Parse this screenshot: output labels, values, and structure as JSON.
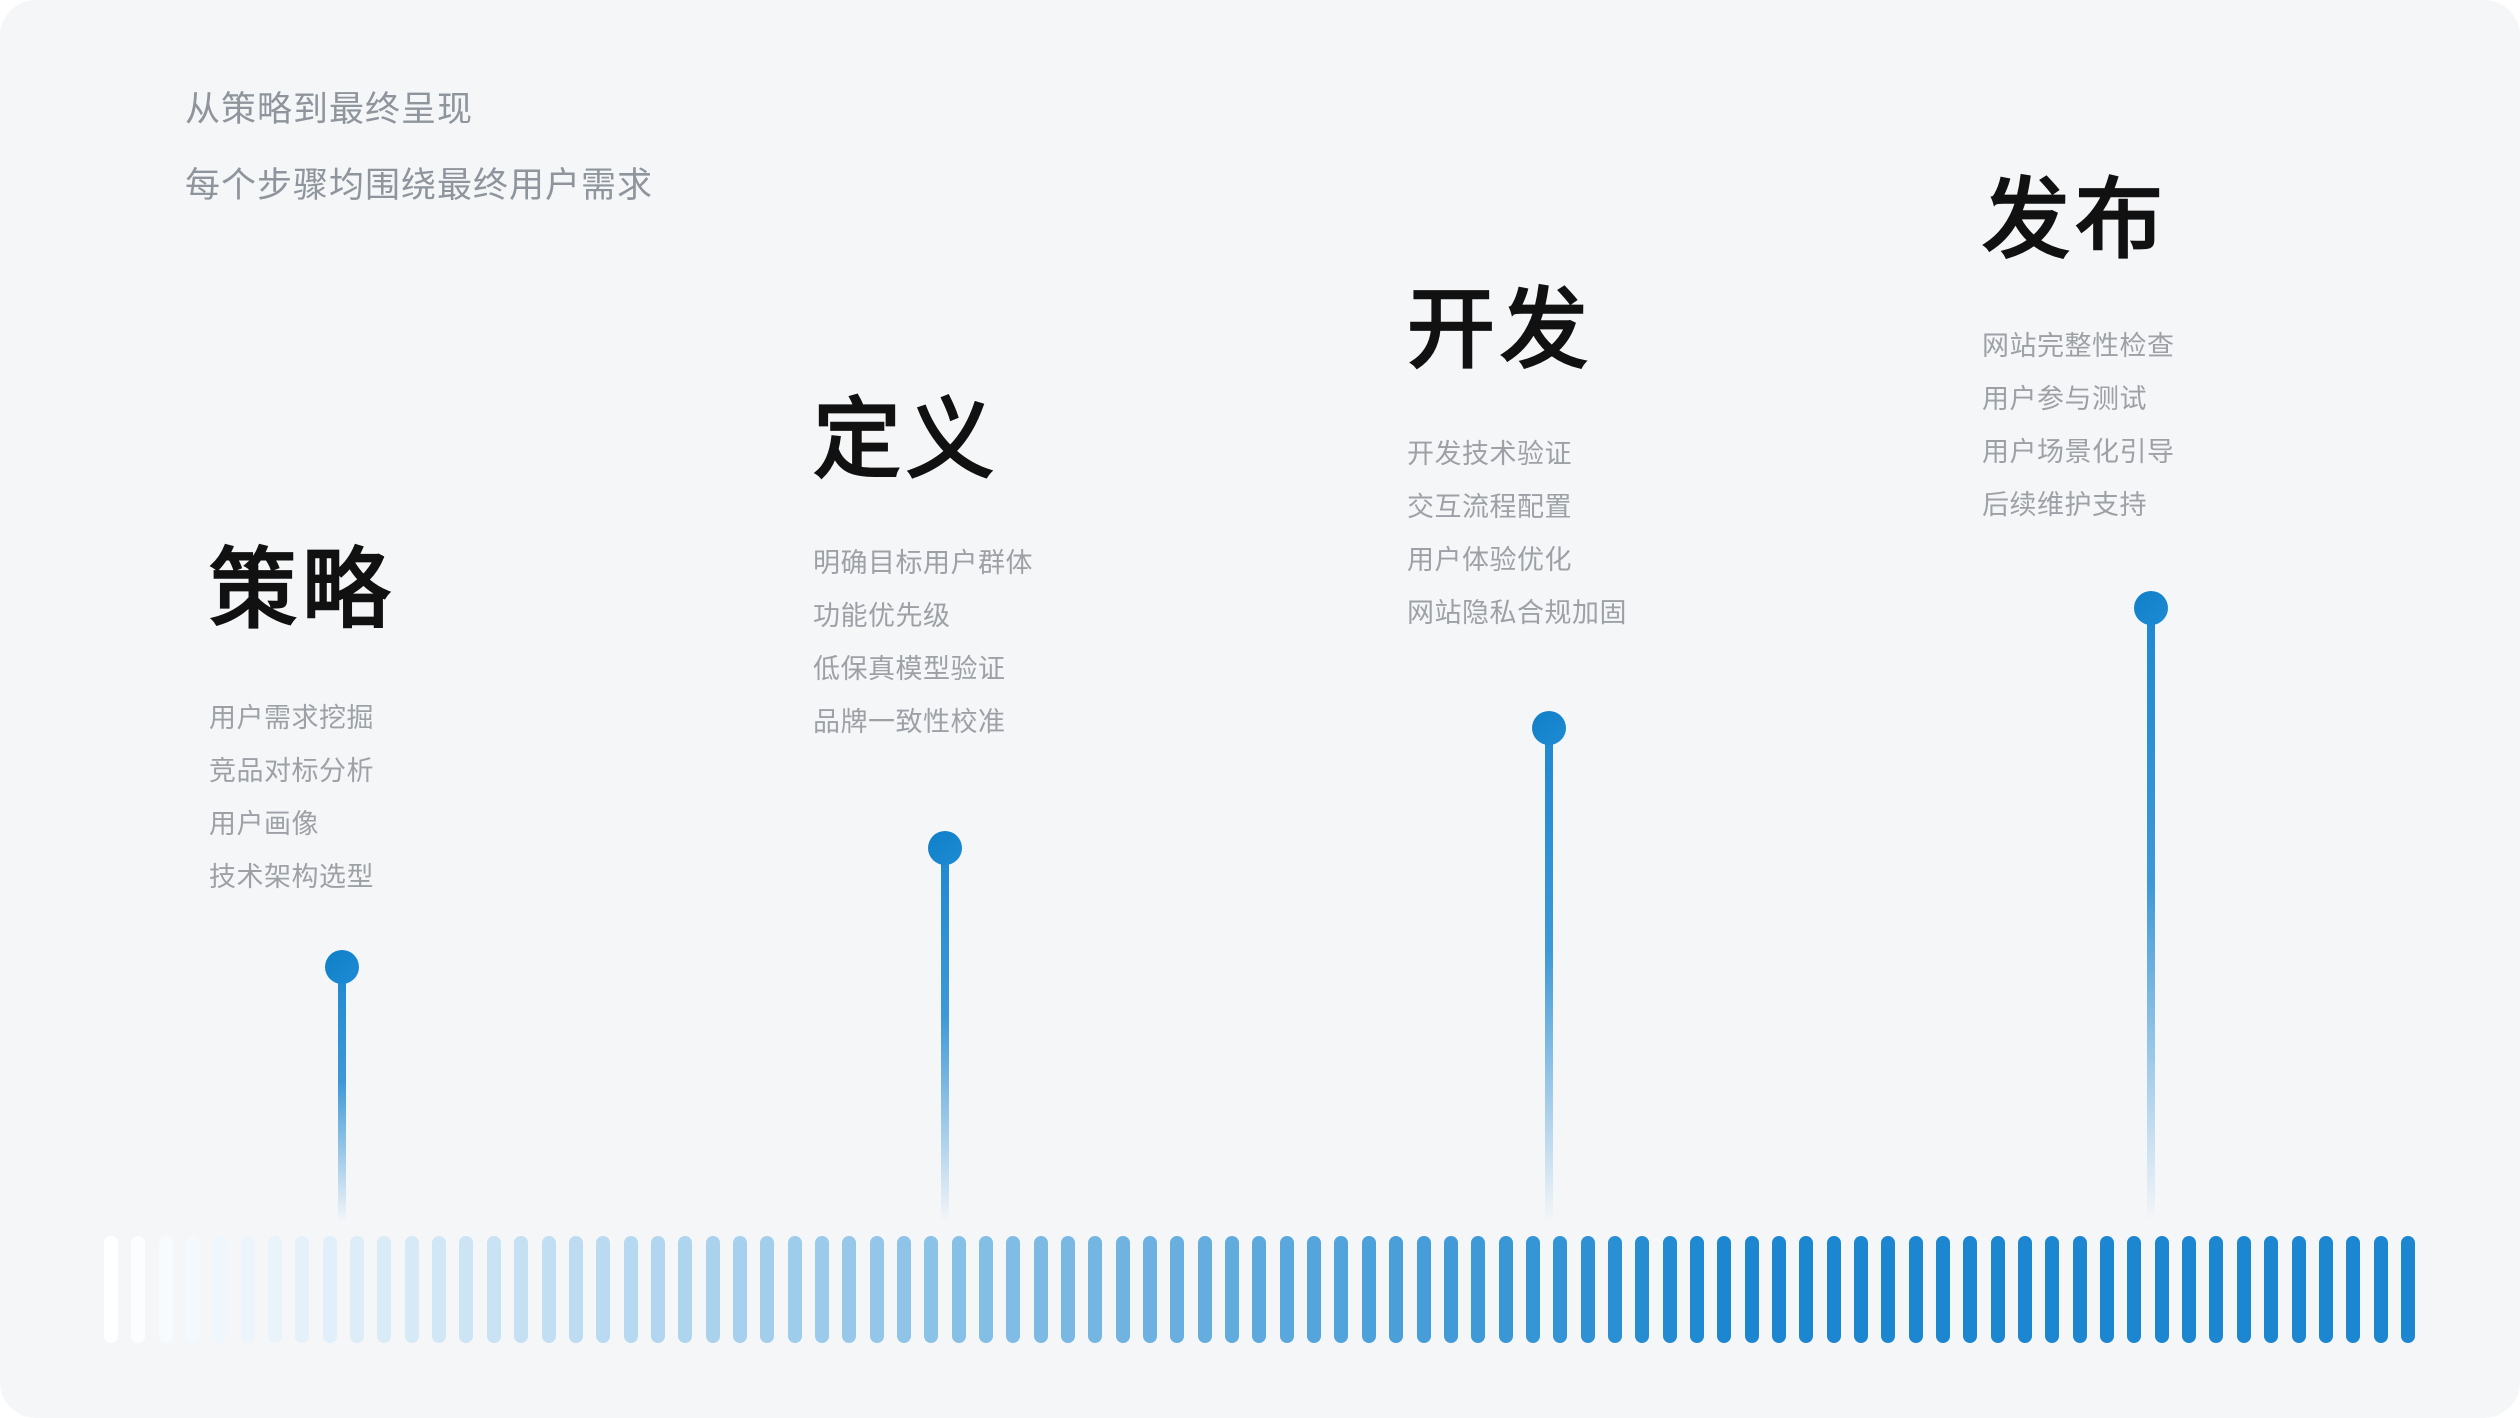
{
  "header": {
    "line1": "从策略到最终呈现",
    "line2": "每个步骤均围绕最终用户需求"
  },
  "stages": [
    {
      "title": "策略",
      "items": [
        "用户需求挖掘",
        "竞品对标分析",
        "用户画像",
        "技术架构选型"
      ]
    },
    {
      "title": "定义",
      "items": [
        "明确目标用户群体",
        "功能优先级",
        "低保真模型验证",
        "品牌一致性校准"
      ]
    },
    {
      "title": "开发",
      "items": [
        "开发技术验证",
        "交互流程配置",
        "用户体验优化",
        "网站隐私合规加固"
      ]
    },
    {
      "title": "发布",
      "items": [
        "网站完整性检查",
        "用户参与测试",
        "用户场景化引导",
        "后续维护支持"
      ]
    }
  ],
  "timeline": {
    "segments": 85,
    "color_start": "#ffffff",
    "color_end": "#1c87d0"
  },
  "colors": {
    "canvas_bg": "#f5f6f8",
    "accent_blue": "#1e88d2",
    "title_text": "#111111",
    "header_text": "#8e959c",
    "item_text": "#9da1a6"
  }
}
